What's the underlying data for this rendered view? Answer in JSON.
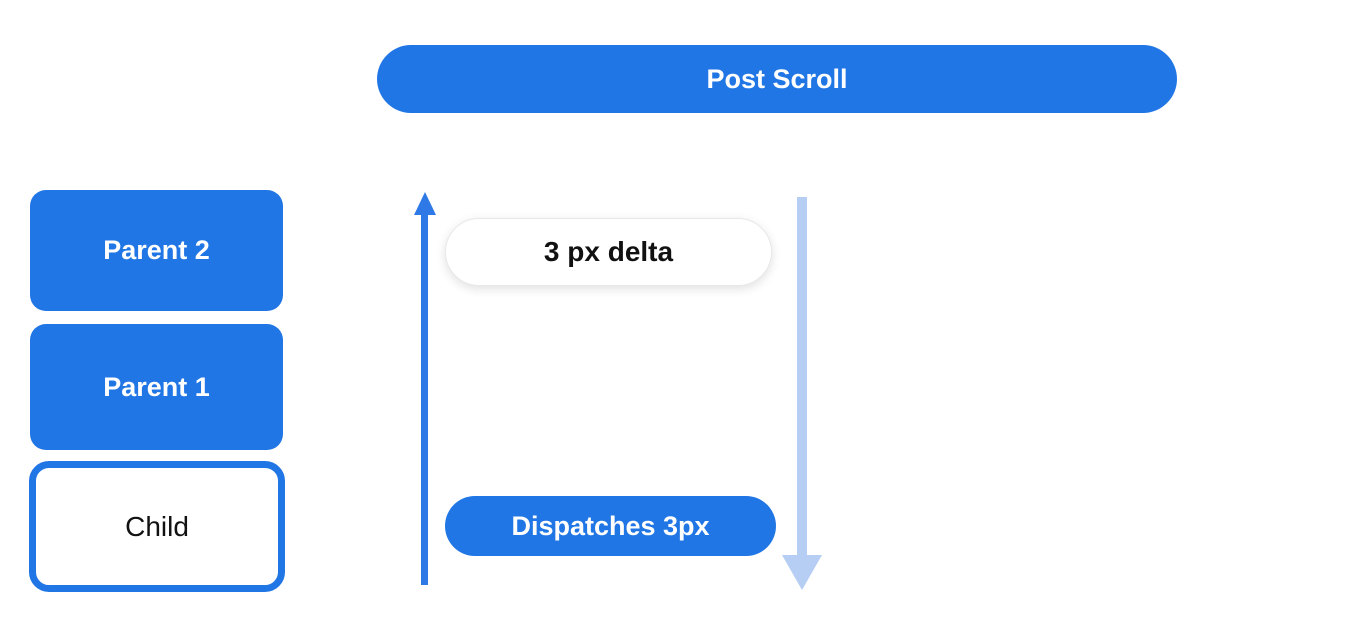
{
  "diagram": {
    "title_pill": "Post Scroll",
    "nodes": [
      {
        "id": "parent2",
        "label": "Parent 2",
        "style": "filled"
      },
      {
        "id": "parent1",
        "label": "Parent 1",
        "style": "filled"
      },
      {
        "id": "child",
        "label": "Child",
        "style": "outlined"
      }
    ],
    "delta_pill": "3 px delta",
    "dispatch_pill": "Dispatches 3px",
    "up_arrow": "up-arrow",
    "down_arrow": "down-arrow"
  },
  "colors": {
    "accent_blue": "#2176E5",
    "light_blue": "#B6CEF3",
    "pill_border": "#E8E8E8",
    "text_on_blue": "#FFFFFF",
    "text_dark": "#111111",
    "background": "#FFFFFF"
  }
}
